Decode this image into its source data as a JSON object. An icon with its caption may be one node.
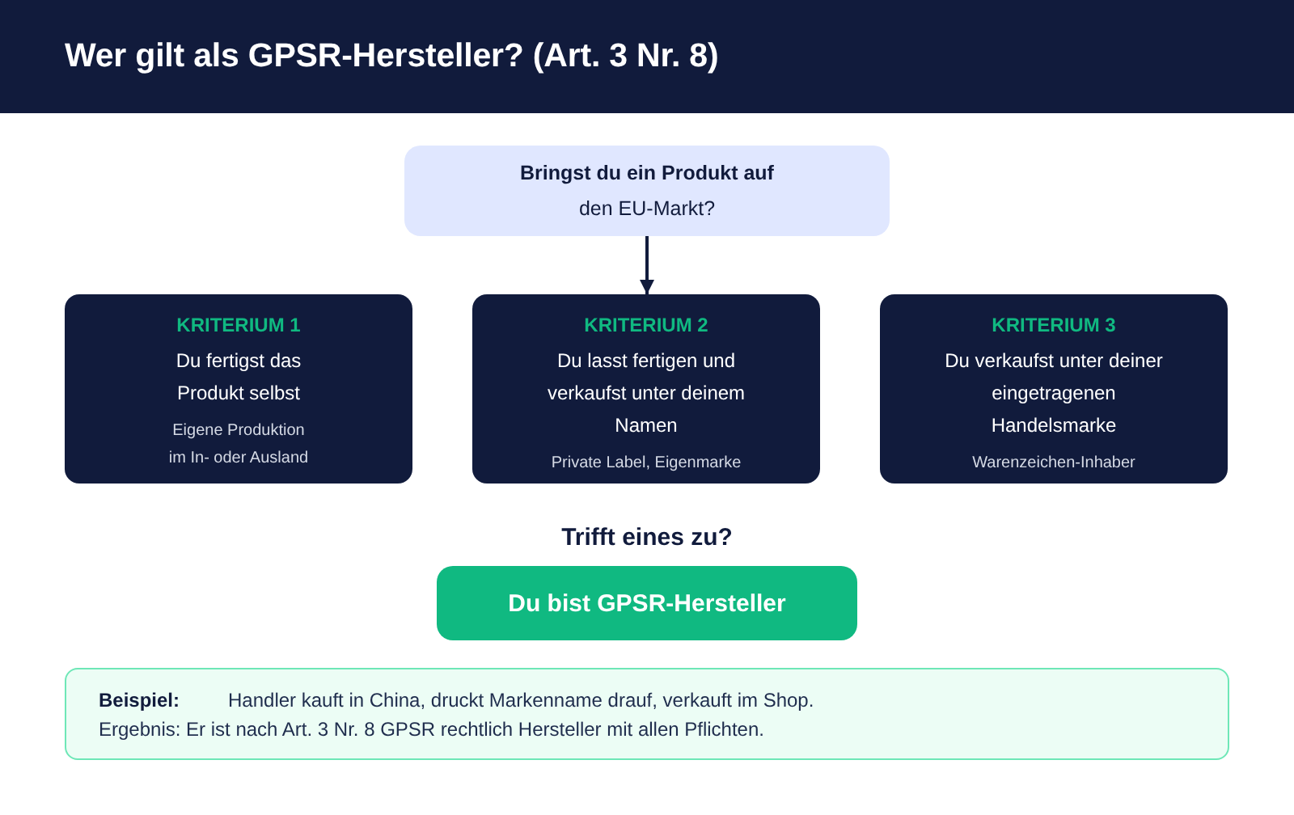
{
  "diagram": {
    "title": "Wer gilt als GPSR-Hersteller? (Art. 3 Nr. 8)",
    "nodes": [
      {
        "text": [
          "**Bringst du ein Produkt auf** den EU-Markt?"
        ]
      },
      {
        "text": [
          "KRITERIUM 1",
          "Du fertigst das Produkt selbst",
          "Eigene Produktion im In- oder Ausland"
        ]
      },
      {
        "text": [
          "KRITERIUM 2",
          "Du lasst fertigen und verkaufst unter deinem Namen",
          "Private Label, Eigenmarke"
        ]
      },
      {
        "text": [
          "KRITERIUM 3",
          "Du verkaufst unter deiner eingetragenen Handelsmarke",
          "Warenzeichen-Inhaber"
        ]
      },
      {
        "text": [
          "Du bist GPSR-Hersteller"
        ]
      },
      {
        "text": [
          "Beispiel:",
          "Handler kauft in China, druckt Markenname drauf, verkauft im Shop.",
          "Ergebnis: Er ist nach Art. 3 Nr. 8 GPSR rechtlich Hersteller mit allen Pflichten."
        ]
      }
    ],
    "edges": [
      {
        "from": 0,
        "to": 2,
        "arrow": "to"
      }
    ],
    "labels": [
      "Trifft eines zu?"
    ]
  }
}
